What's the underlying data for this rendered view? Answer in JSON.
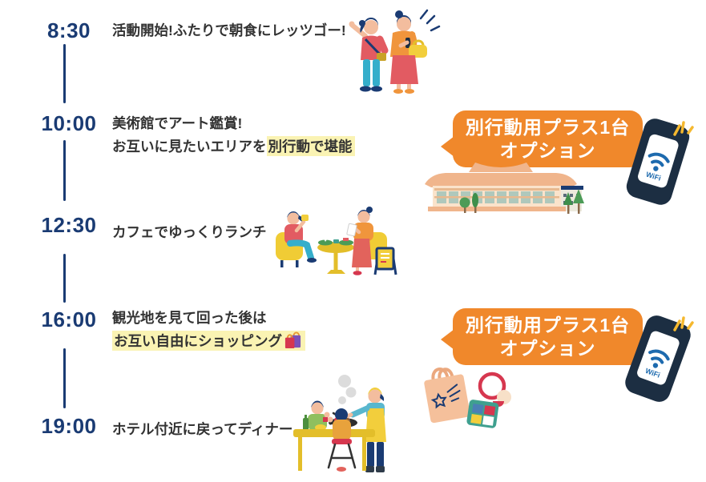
{
  "colors": {
    "navy": "#1A3B73",
    "text": "#333333",
    "highlight_yellow": "#FAF3B3",
    "bubble_orange": "#F0882B",
    "phone_navy": "#1C2E42",
    "wifi_blue": "#1D6AAE"
  },
  "icons": {
    "shopping_bags": "shopping-bags-icon",
    "wifi_phone": "wifi-phone-icon",
    "sparkle": "sparkle-icon"
  },
  "timeline": {
    "items": [
      {
        "time": "8:30",
        "line1": "活動開始!ふたりで朝食にレッツゴー!",
        "illustration": "couple-heading-to-breakfast"
      },
      {
        "time": "10:00",
        "line1": "美術館でアート鑑賞!",
        "line2_pre": "お互いに見たいエリアを",
        "line2_highlight": "別行動で堪能",
        "illustration": "museum-building"
      },
      {
        "time": "12:30",
        "line1": "カフェでゆっくりランチ",
        "illustration": "cafe-lunch-scene"
      },
      {
        "time": "16:00",
        "line1": "観光地を見て回った後は",
        "line2_highlight": "お互い自由にショッピング",
        "line2_icon": "shopping-bags-icon",
        "illustration": "shopping-bag-and-cosmetics"
      },
      {
        "time": "19:00",
        "line1": "ホテル付近に戻ってディナー",
        "illustration": "dinner-scene"
      }
    ]
  },
  "callouts": [
    {
      "line1": "別行動用プラス1台",
      "line2": "オプション",
      "device_label": "WiFi"
    },
    {
      "line1": "別行動用プラス1台",
      "line2": "オプション",
      "device_label": "WiFi"
    }
  ]
}
